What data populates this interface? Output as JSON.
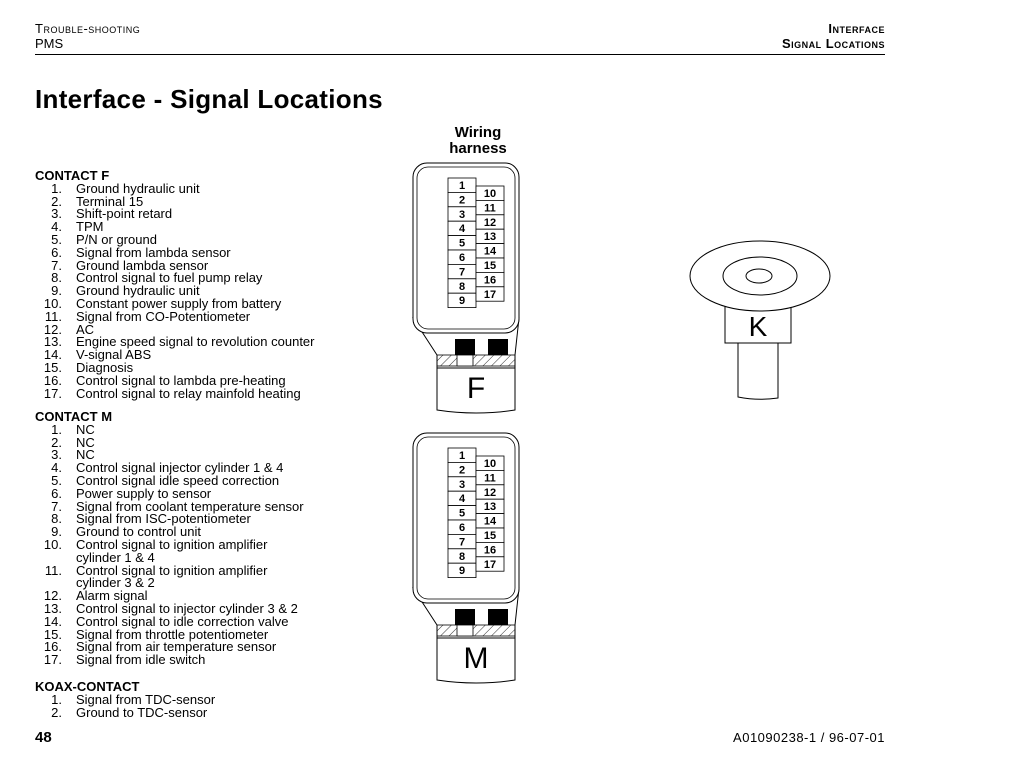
{
  "header": {
    "left_line1": "Trouble-shooting",
    "left_line2": "PMS",
    "right_line1": "Interface",
    "right_line2": "Signal Locations"
  },
  "title": "Interface - Signal Locations",
  "diagram": {
    "wiring_label_1": "Wiring",
    "wiring_label_2": "harness",
    "connectors": [
      {
        "letter": "F",
        "left_pins": [
          "1",
          "2",
          "3",
          "4",
          "5",
          "6",
          "7",
          "8",
          "9"
        ],
        "right_pins": [
          "10",
          "11",
          "12",
          "13",
          "14",
          "15",
          "16",
          "17"
        ]
      },
      {
        "letter": "M",
        "left_pins": [
          "1",
          "2",
          "3",
          "4",
          "5",
          "6",
          "7",
          "8",
          "9"
        ],
        "right_pins": [
          "10",
          "11",
          "12",
          "13",
          "14",
          "15",
          "16",
          "17"
        ]
      }
    ],
    "koax_letter": "K"
  },
  "contact_f": {
    "heading": "CONTACT F",
    "items": [
      {
        "n": "1.",
        "t": "Ground hydraulic unit"
      },
      {
        "n": "2.",
        "t": "Terminal 15"
      },
      {
        "n": "3.",
        "t": "Shift-point retard"
      },
      {
        "n": "4.",
        "t": "TPM"
      },
      {
        "n": "5.",
        "t": "P/N or ground"
      },
      {
        "n": "6.",
        "t": "Signal from lambda sensor"
      },
      {
        "n": "7.",
        "t": "Ground lambda sensor"
      },
      {
        "n": "8.",
        "t": "Control signal to fuel pump relay"
      },
      {
        "n": "9.",
        "t": "Ground hydraulic unit"
      },
      {
        "n": "10.",
        "t": "Constant power supply from battery"
      },
      {
        "n": "11.",
        "t": "Signal from CO-Potentiometer"
      },
      {
        "n": "12.",
        "t": "AC"
      },
      {
        "n": "13.",
        "t": "Engine speed signal to revolution counter"
      },
      {
        "n": "14.",
        "t": "V-signal ABS"
      },
      {
        "n": "15.",
        "t": "Diagnosis"
      },
      {
        "n": "16.",
        "t": "Control signal to lambda pre-heating"
      },
      {
        "n": "17.",
        "t": "Control signal to relay mainfold heating"
      }
    ]
  },
  "contact_m": {
    "heading": "CONTACT M",
    "items": [
      {
        "n": "1.",
        "t": "NC"
      },
      {
        "n": "2.",
        "t": "NC"
      },
      {
        "n": "3.",
        "t": "NC"
      },
      {
        "n": "4.",
        "t": "Control signal injector cylinder 1 & 4"
      },
      {
        "n": "5.",
        "t": "Control signal idle speed correction"
      },
      {
        "n": "6.",
        "t": "Power supply to sensor"
      },
      {
        "n": "7.",
        "t": "Signal from coolant temperature sensor"
      },
      {
        "n": "8.",
        "t": "Signal from ISC-potentiometer"
      },
      {
        "n": "9.",
        "t": "Ground to control unit"
      },
      {
        "n": "10.",
        "t": "Control signal to ignition amplifier\ncylinder 1 & 4"
      },
      {
        "n": "11.",
        "t": "Control signal to ignition amplifier\ncylinder 3 & 2"
      },
      {
        "n": "12.",
        "t": "Alarm signal"
      },
      {
        "n": "13.",
        "t": "Control signal to injector cylinder 3 & 2"
      },
      {
        "n": "14.",
        "t": "Control signal to idle correction valve"
      },
      {
        "n": "15.",
        "t": "Signal from throttle potentiometer"
      },
      {
        "n": "16.",
        "t": "Signal from air temperature sensor"
      },
      {
        "n": "17.",
        "t": "Signal from idle switch"
      }
    ]
  },
  "koax_contact": {
    "heading": "KOAX-CONTACT",
    "items": [
      {
        "n": "1.",
        "t": "Signal from TDC-sensor"
      },
      {
        "n": "2.",
        "t": "Ground to TDC-sensor"
      }
    ]
  },
  "footer": {
    "page_number": "48",
    "doc_ref": "A01090238-1 / 96-07-01"
  }
}
